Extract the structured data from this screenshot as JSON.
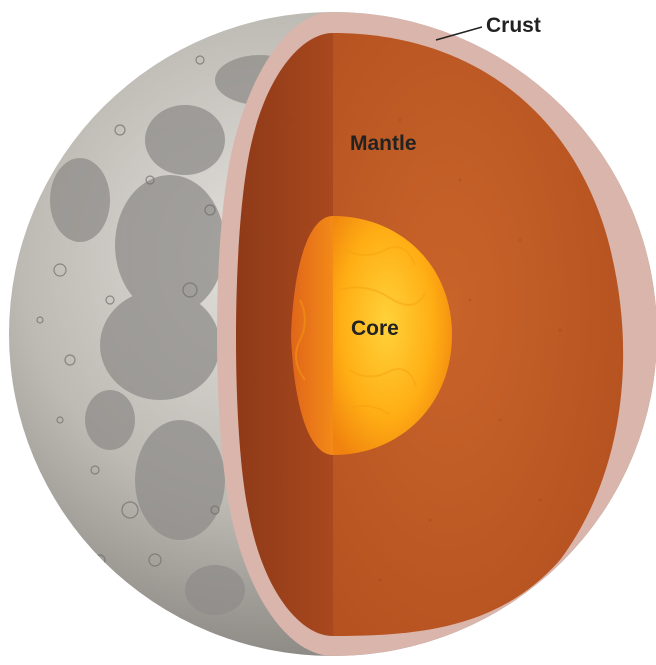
{
  "diagram": {
    "labels": {
      "crust": "Crust",
      "mantle": "Mantle",
      "core": "Core"
    },
    "colors": {
      "moon_surface": "#b9b6b0",
      "moon_mare": "#8d8b88",
      "crust": "#d8b4aa",
      "mantle_cut": "#a8451c",
      "mantle_face": "#c15a22",
      "core_inner": "#ffc21a",
      "core_outer": "#f07a10",
      "label_text": "#222222"
    }
  }
}
